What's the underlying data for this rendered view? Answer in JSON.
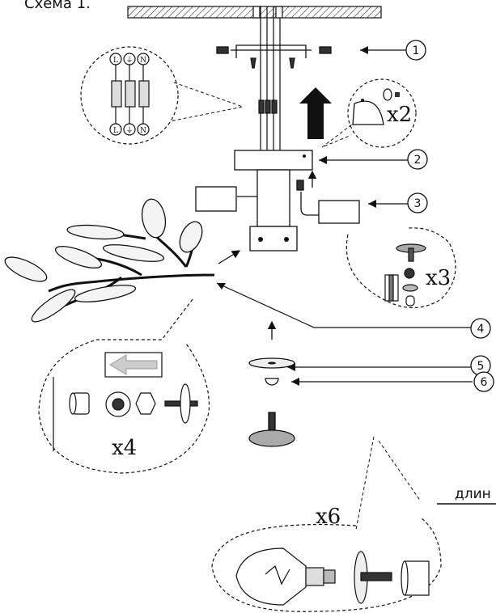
{
  "title": "Схема 1.",
  "callouts": [
    "1",
    "2",
    "3",
    "4",
    "5",
    "6"
  ],
  "multipliers": {
    "screws": "x2",
    "sockets": "x3",
    "arms": "x4",
    "bulbs": "x6"
  },
  "wire_terminals": [
    "L",
    "⏚",
    "N"
  ],
  "length_label": "длин"
}
